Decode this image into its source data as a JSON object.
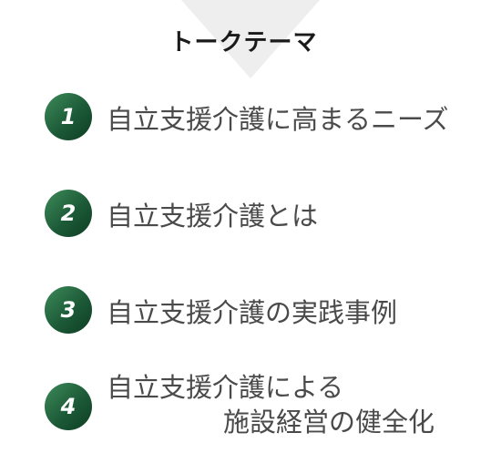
{
  "title": "トークテーマ",
  "items": [
    {
      "number": "1",
      "label": "自立支援介護に高まるニーズ"
    },
    {
      "number": "2",
      "label": "自立支援介護とは"
    },
    {
      "number": "3",
      "label": "自立支援介護の実践事例"
    },
    {
      "number": "4",
      "label": "自立支援介護による",
      "label_line2": "施設経営の健全化"
    }
  ],
  "colors": {
    "badge_light": "#3e8b5a",
    "badge_dark": "#0e3d24",
    "text": "#4a4a4a",
    "triangle": "#eeeeee"
  }
}
